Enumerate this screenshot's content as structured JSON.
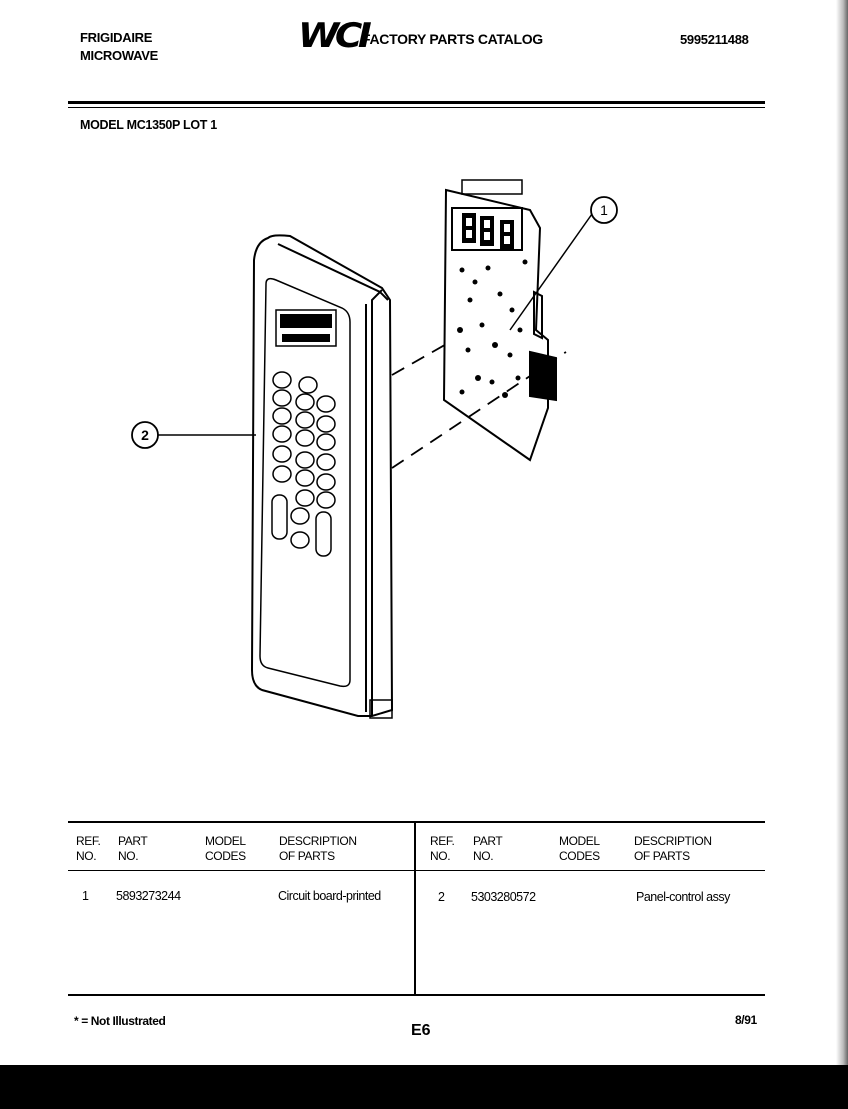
{
  "header": {
    "brand_line1": "FRIGIDAIRE",
    "brand_line2": "MICROWAVE",
    "logo": "WCI",
    "catalog_title": "FACTORY PARTS CATALOG",
    "catalog_number": "5995211488",
    "model_line": "MODEL MC1350P LOT 1"
  },
  "diagram": {
    "callouts": [
      "1",
      "2"
    ]
  },
  "table": {
    "headers": {
      "ref": [
        "REF.",
        "NO."
      ],
      "part": [
        "PART",
        "NO."
      ],
      "model": [
        "MODEL",
        "CODES"
      ],
      "desc": [
        "DESCRIPTION",
        "OF PARTS"
      ]
    },
    "rows": [
      {
        "ref": "1",
        "part": "5893273244",
        "model": "",
        "desc": "Circuit board-printed"
      },
      {
        "ref": "2",
        "part": "5303280572",
        "model": "",
        "desc": "Panel-control assy"
      }
    ]
  },
  "footer": {
    "note": "* = Not Illustrated",
    "page": "E6",
    "date": "8/91"
  }
}
